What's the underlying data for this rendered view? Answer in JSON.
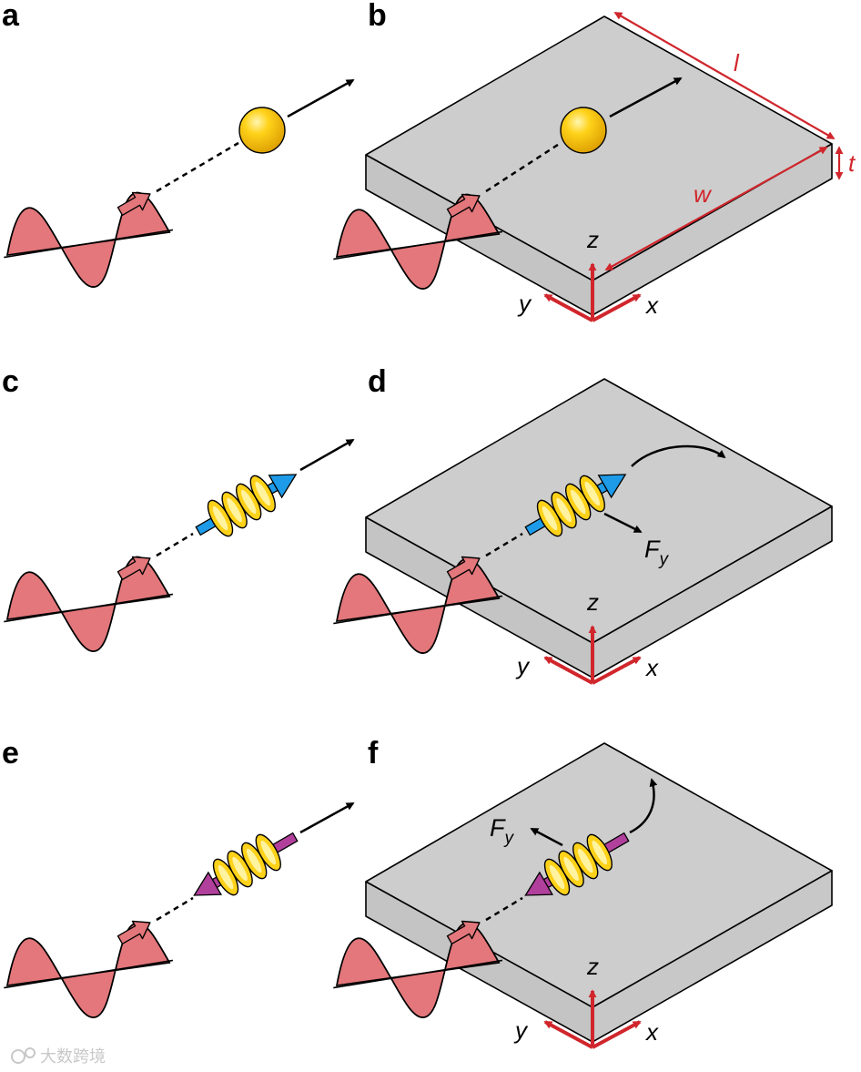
{
  "panels": {
    "a": {
      "label": "a"
    },
    "b": {
      "label": "b",
      "dim_length": "l",
      "dim_thickness": "t",
      "dim_width": "w"
    },
    "c": {
      "label": "c"
    },
    "d": {
      "label": "d",
      "force": "F",
      "force_sub": "y"
    },
    "e": {
      "label": "e"
    },
    "f": {
      "label": "f",
      "force": "F",
      "force_sub": "y"
    }
  },
  "axes": {
    "x": "x",
    "y": "y",
    "z": "z"
  },
  "watermark": {
    "text": "大数跨境"
  },
  "colors": {
    "wave": "#e3777b",
    "axis_red": "#d0262c",
    "slab_top": "#cdcdcd",
    "slab_side": "#c4c4c4",
    "particle": "#ffd21a",
    "spin_up": "#1e9be8",
    "spin_down": "#b0409c"
  }
}
